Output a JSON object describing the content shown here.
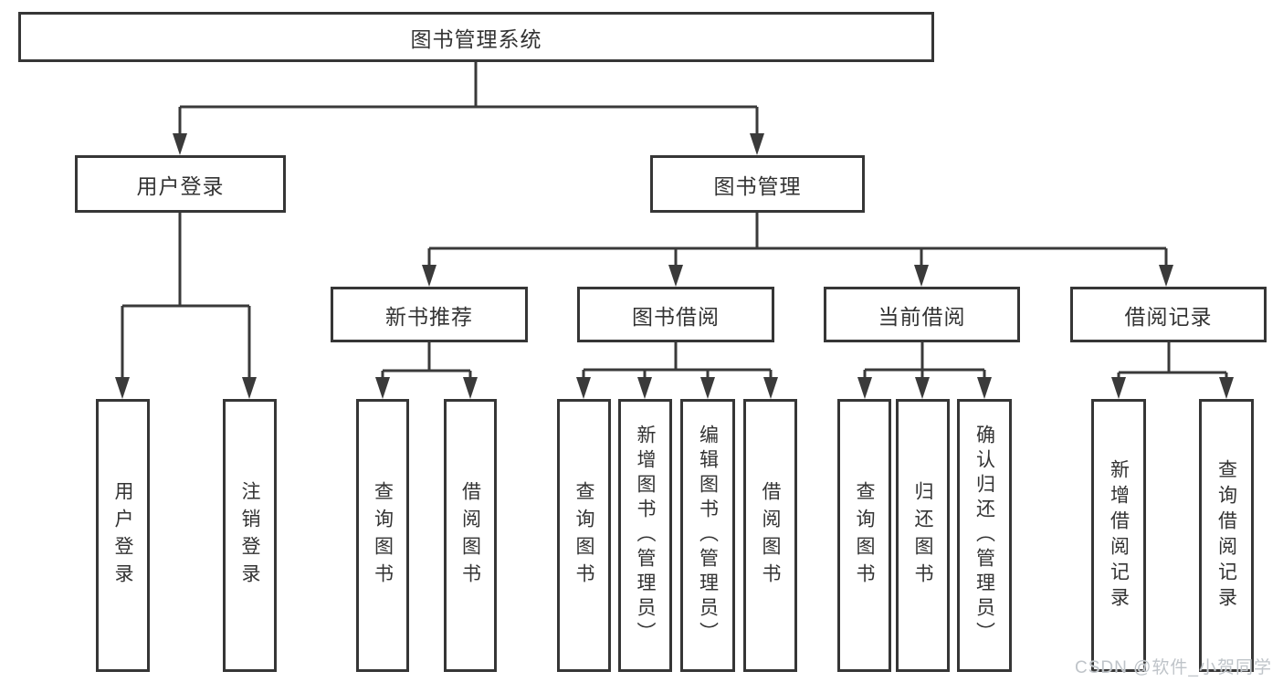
{
  "tree": {
    "label": "图书管理系统",
    "children": [
      {
        "label": "用户登录",
        "children": [
          {
            "label": "用户登录"
          },
          {
            "label": "注销登录"
          }
        ]
      },
      {
        "label": "图书管理",
        "children": [
          {
            "label": "新书推荐",
            "children": [
              {
                "label": "查询图书"
              },
              {
                "label": "借阅图书"
              }
            ]
          },
          {
            "label": "图书借阅",
            "children": [
              {
                "label": "查询图书"
              },
              {
                "label": "新增图书（管理员）"
              },
              {
                "label": "编辑图书（管理员）"
              },
              {
                "label": "借阅图书"
              }
            ]
          },
          {
            "label": "当前借阅",
            "children": [
              {
                "label": "查询图书"
              },
              {
                "label": "归还图书"
              },
              {
                "label": "确认归还（管理员）"
              }
            ]
          },
          {
            "label": "借阅记录",
            "children": [
              {
                "label": "新增借阅记录"
              },
              {
                "label": "查询借阅记录"
              }
            ]
          }
        ]
      }
    ]
  },
  "watermark": {
    "text": "CSDN @软件_小贺同学"
  },
  "colors": {
    "line": "#3a3a3a",
    "box_border": "#363636",
    "text": "#333333",
    "background": "#ffffff",
    "watermark": "#bfc4c9"
  }
}
